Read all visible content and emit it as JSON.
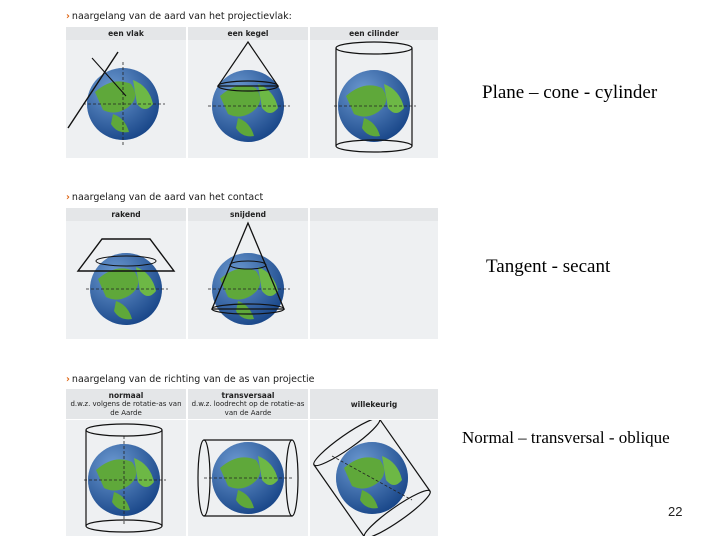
{
  "sections": [
    {
      "heading": "naargelang van de aard van het projectievlak:",
      "columns": [
        {
          "label": "een vlak",
          "sub": ""
        },
        {
          "label": "een kegel",
          "sub": ""
        },
        {
          "label": "een cilinder",
          "sub": ""
        }
      ],
      "caption": "Plane – cone - cylinder"
    },
    {
      "heading": "naargelang van de aard van het contact",
      "columns": [
        {
          "label": "rakend",
          "sub": ""
        },
        {
          "label": "snijdend",
          "sub": ""
        },
        {
          "label": "",
          "sub": ""
        }
      ],
      "caption": "Tangent - secant"
    },
    {
      "heading": "naargelang van de richting van de as van projectie",
      "columns": [
        {
          "label": "normaal",
          "sub": "d.w.z. volgens de rotatie-as van de Aarde"
        },
        {
          "label": "transversaal",
          "sub": "d.w.z. loodrecht op de rotatie-as van de Aarde"
        },
        {
          "label": "willekeurig",
          "sub": ""
        }
      ],
      "caption": "Normal – transversal - oblique"
    }
  ],
  "page_number": "22",
  "colors": {
    "accent_arrow": "#e06a1a",
    "ocean": "#1d63b8",
    "land": "#5fa83a"
  }
}
